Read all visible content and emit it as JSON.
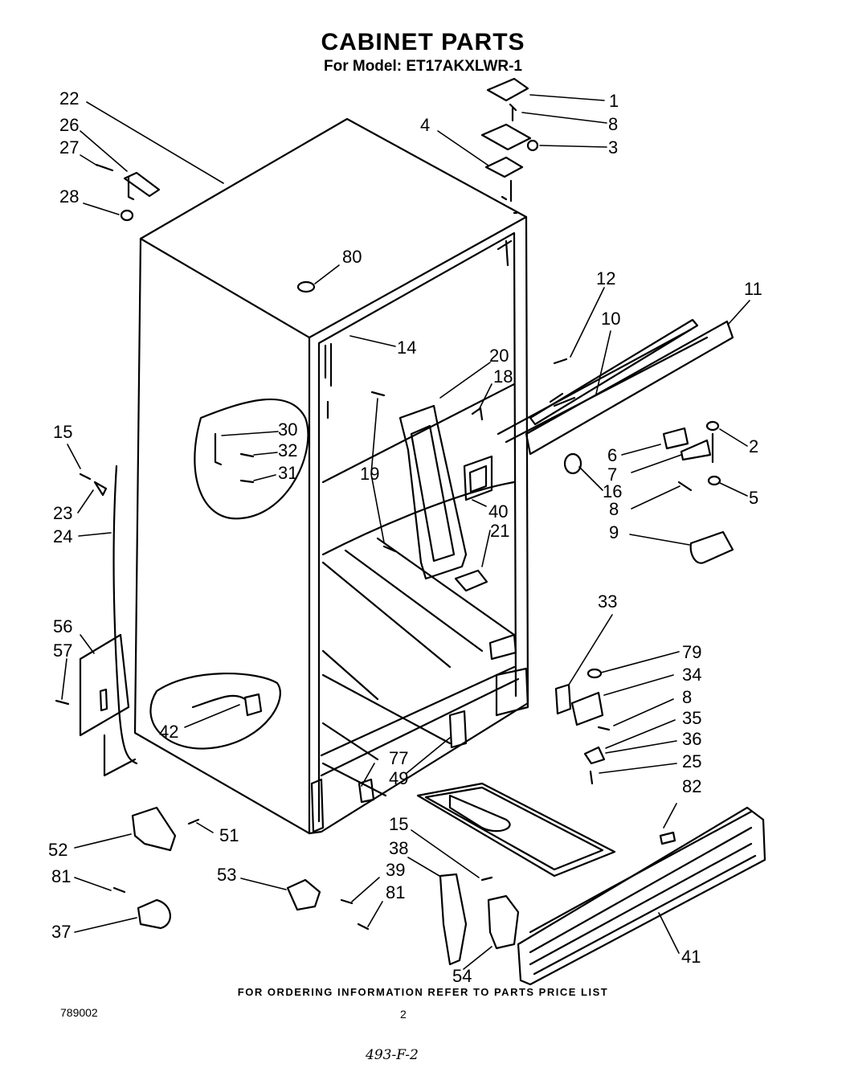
{
  "header": {
    "title": "CABINET PARTS",
    "subtitle": "For Model: ET17AKXLWR-1"
  },
  "callouts": [
    {
      "label": "1"
    },
    {
      "label": "8"
    },
    {
      "label": "3"
    },
    {
      "label": "4"
    },
    {
      "label": "22"
    },
    {
      "label": "26"
    },
    {
      "label": "27"
    },
    {
      "label": "28"
    },
    {
      "label": "80"
    },
    {
      "label": "12"
    },
    {
      "label": "10"
    },
    {
      "label": "11"
    },
    {
      "label": "14"
    },
    {
      "label": "20"
    },
    {
      "label": "18"
    },
    {
      "label": "30"
    },
    {
      "label": "32"
    },
    {
      "label": "31"
    },
    {
      "label": "15"
    },
    {
      "label": "6"
    },
    {
      "label": "2"
    },
    {
      "label": "7"
    },
    {
      "label": "19"
    },
    {
      "label": "16"
    },
    {
      "label": "23"
    },
    {
      "label": "40"
    },
    {
      "label": "8"
    },
    {
      "label": "5"
    },
    {
      "label": "24"
    },
    {
      "label": "21"
    },
    {
      "label": "9"
    },
    {
      "label": "33"
    },
    {
      "label": "56"
    },
    {
      "label": "79"
    },
    {
      "label": "57"
    },
    {
      "label": "34"
    },
    {
      "label": "8"
    },
    {
      "label": "35"
    },
    {
      "label": "42"
    },
    {
      "label": "36"
    },
    {
      "label": "77"
    },
    {
      "label": "25"
    },
    {
      "label": "49"
    },
    {
      "label": "82"
    },
    {
      "label": "15"
    },
    {
      "label": "52"
    },
    {
      "label": "51"
    },
    {
      "label": "38"
    },
    {
      "label": "53"
    },
    {
      "label": "39"
    },
    {
      "label": "81"
    },
    {
      "label": "81"
    },
    {
      "label": "37"
    },
    {
      "label": "41"
    },
    {
      "label": "54"
    }
  ],
  "footer": {
    "ordering_note": "FOR ORDERING INFORMATION REFER TO PARTS PRICE LIST",
    "doc_number": "789002",
    "page_number": "2",
    "handwritten_note": "493-F-2"
  }
}
